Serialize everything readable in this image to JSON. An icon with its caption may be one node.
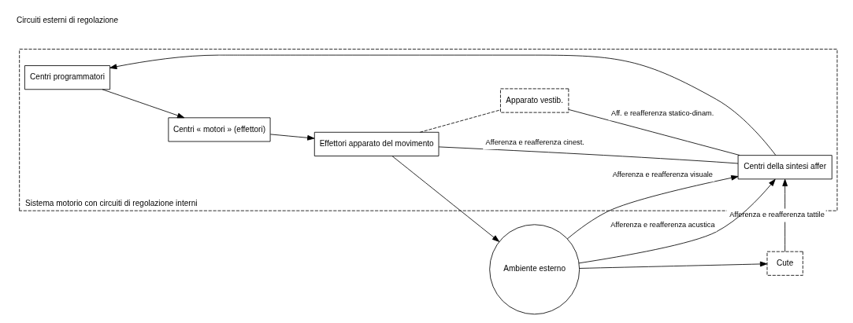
{
  "diagram": {
    "nodes": [
      {
        "text": [
          "Sistema motorio con circuiti di regolazione interni"
        ]
      },
      {
        "text": [
          "Centri programmatori"
        ],
        "in": 0
      },
      {
        "text": [
          "Centri « motori » (effettori)"
        ],
        "in": 0
      },
      {
        "text": [
          "Effettori apparato del movimento"
        ],
        "in": 0
      },
      {
        "text": [
          "Centri della sintesi affer"
        ],
        "in": 0
      },
      {
        "text": [
          "Apparato vestib."
        ],
        "in": 0
      },
      {
        "text": [
          "Cute"
        ]
      },
      {
        "text": [
          "Ambiente esterno"
        ]
      }
    ],
    "edges": [
      {
        "from": 1,
        "to": 2,
        "arrow": "to"
      },
      {
        "from": 2,
        "to": 3,
        "arrow": "to"
      },
      {
        "from": 3,
        "to": 7,
        "arrow": "to"
      },
      {
        "from": 7,
        "to": 6,
        "arrow": "to"
      },
      {
        "from": 4,
        "to": 1,
        "arrow": "to"
      },
      {
        "from": 3,
        "to": 4,
        "arrow": "none",
        "label": "Afferenza e reafferenza cinest."
      },
      {
        "from": 5,
        "to": 4,
        "arrow": "none",
        "label": "Aff. e reafferenza statico-dinam."
      },
      {
        "from": 3,
        "to": 5,
        "arrow": "none",
        "style": "dashed"
      },
      {
        "from": 6,
        "to": 4,
        "arrow": "to",
        "label": "Afferenza e reafferenza tattile"
      },
      {
        "from": 7,
        "to": 4,
        "arrow": "to",
        "label": "Afferenza e reafferenza visuale"
      },
      {
        "from": 7,
        "to": 4,
        "arrow": "to",
        "label": "Afferenza e reafferenza acustica"
      }
    ],
    "labels": [
      "Circuiti esterni di regolazione"
    ]
  }
}
